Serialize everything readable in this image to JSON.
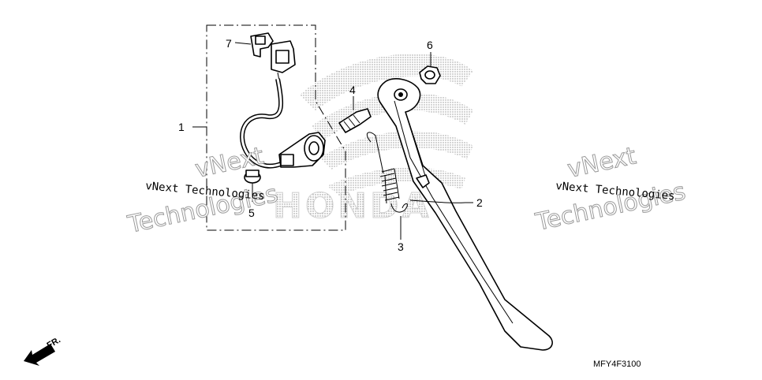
{
  "callouts": [
    {
      "id": "1",
      "label": "1"
    },
    {
      "id": "2",
      "label": "2"
    },
    {
      "id": "3",
      "label": "3"
    },
    {
      "id": "4",
      "label": "4"
    },
    {
      "id": "5",
      "label": "5"
    },
    {
      "id": "6",
      "label": "6"
    },
    {
      "id": "7",
      "label": "7"
    }
  ],
  "watermarks": {
    "left_small": "vNext Technologies",
    "left_big_line1": "vNext",
    "left_big_line2": "Technologies",
    "right_small": "vNext Technologies",
    "right_big_line1": "vNext",
    "right_big_line2": "Technologies"
  },
  "brand_logo_text": "HONDA",
  "diagram_code": "MFY4F3100",
  "direction_label": "FR."
}
